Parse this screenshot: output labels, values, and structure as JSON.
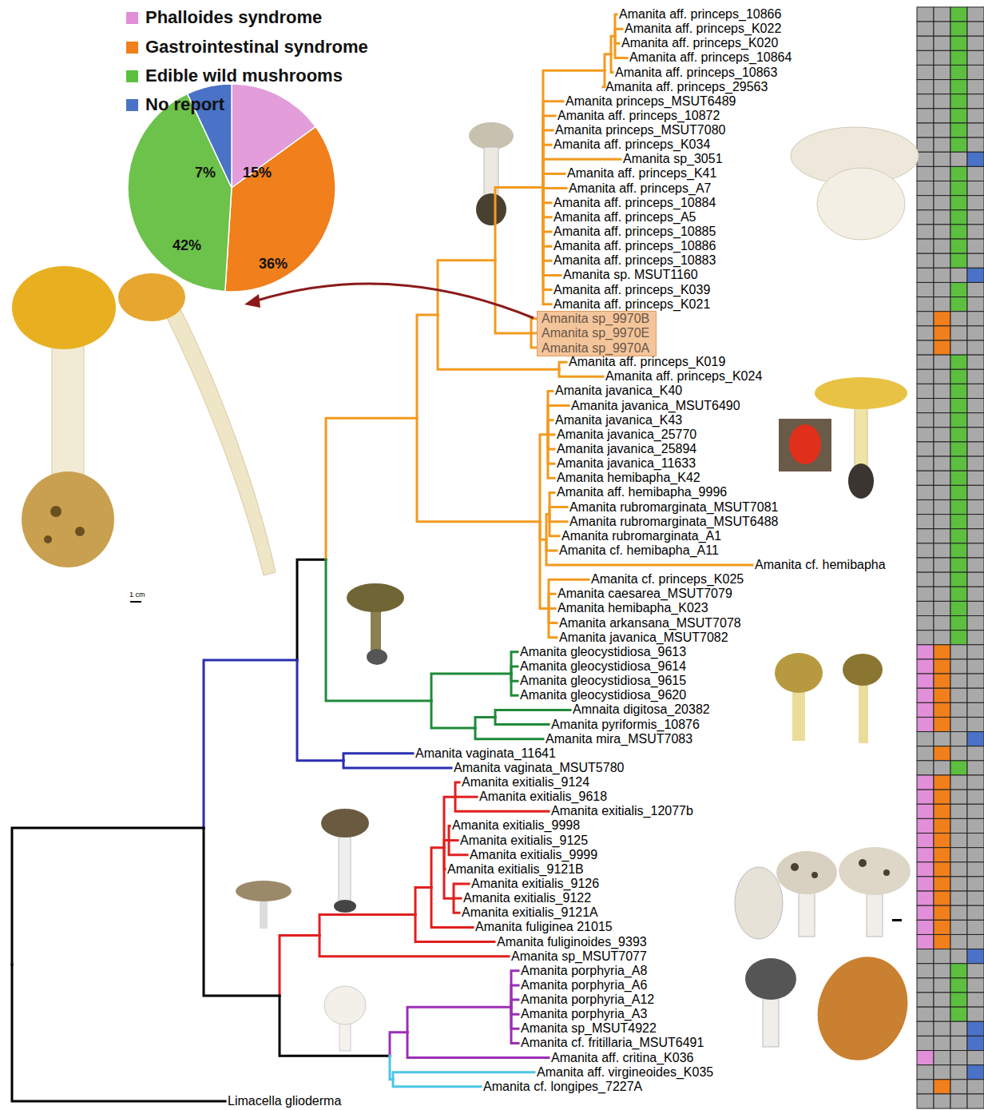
{
  "diagram": {
    "nodes": [
      {
        "text": [
          "Amanita sp_9970B",
          "Amanita sp_9970E",
          "Amanita sp_9970A"
        ]
      }
    ],
    "labels": [
      "15%",
      "36%",
      "42%",
      "7%",
      "Amanita aff. princeps_10866",
      "Amanita aff. princeps_K022",
      "Amanita aff. princeps_K020",
      "Amanita aff. princeps_10864",
      "Amanita aff. princeps_10863",
      "Amanita aff. princeps_29563",
      "Amanita princeps_MSUT6489",
      "Amanita aff. princeps_10872",
      "Amanita princeps_MSUT7080",
      "Amanita aff. princeps_K034",
      "Amanita sp_3051",
      "Amanita aff. princeps_K41",
      "Amanita aff. princeps_A7",
      "Amanita aff. princeps_10884",
      "Amanita aff. princeps_A5",
      "Amanita aff. princeps_10885",
      "Amanita aff. princeps_10886",
      "Amanita aff. princeps_10883",
      "Amanita sp. MSUT1160",
      "Amanita aff. princeps_K039",
      "Amanita aff. princeps_K021",
      "Amanita aff. princeps_K019",
      "Amanita aff. princeps_K024",
      "Amanita javanica_K40",
      "Amanita javanica_MSUT6490",
      "Amanita javanica_K43",
      "Amanita javanica_25770",
      "Amanita javanica_25894",
      "Amanita javanica_11633",
      "Amanita hemibapha_K42",
      "Amanita aff. hemibapha_9996",
      "Amanita rubromarginata_MSUT7081",
      "Amanita rubromarginata_MSUT6488",
      "Amanita rubromarginata_A1",
      "Amanita cf. hemibapha_A11",
      "Amanita cf. hemibapha",
      "Amanita cf. princeps_K025",
      "Amanita caesarea_MSUT7079",
      "Amanita hemibapha_K023",
      "Amanita arkansana_MSUT7078",
      "Amanita javanica_MSUT7082",
      "Amanita gleocystidiosa_9613",
      "Amanita gleocystidiosa_9614",
      "Amanita gleocystidiosa_9615",
      "Amanita gleocystidiosa_9620",
      "Amnaita digitosa_20382",
      "Amanita pyriformis_10876",
      "Amanita mira_MSUT7083",
      "Amanita vaginata_11641",
      "Amanita vaginata_MSUT5780",
      "Amanita exitialis_9124",
      "Amanita exitialis_9618",
      "Amanita exitialis_12077b",
      "Amanita exitialis_9998",
      "Amanita exitialis_9125",
      "Amanita exitialis_9999",
      "Amanita exitialis_9121B",
      "Amanita exitialis_9126",
      "Amanita exitialis_9122",
      "Amanita exitialis_9121A",
      "Amanita fuliginea 21015",
      "Amanita fuliginoides_9393",
      "Amanita sp_MSUT7077",
      "Amanita porphyria_A8",
      "Amanita porphyria_A6",
      "Amanita porphyria_A12",
      "Amanita porphyria_A3",
      "Amanita sp_MSUT4922",
      "Amanita cf. fritillaria_MSUT6491",
      "Amanita aff. critina_K036",
      "Amanita aff. virgineoides_K035",
      "Amanita cf. longipes_7227A",
      "Limacella glioderma",
      "1 cm"
    ],
    "legend": [
      {
        "text": "Phalloides syndrome",
        "color": "#e08fd8"
      },
      {
        "text": "Gastrointestinal syndrome",
        "color": "#f07f1c"
      },
      {
        "text": "Edible wild mushrooms",
        "color": "#5cbf3f"
      },
      {
        "text": "No report",
        "color": "#4a72c6"
      }
    ]
  }
}
